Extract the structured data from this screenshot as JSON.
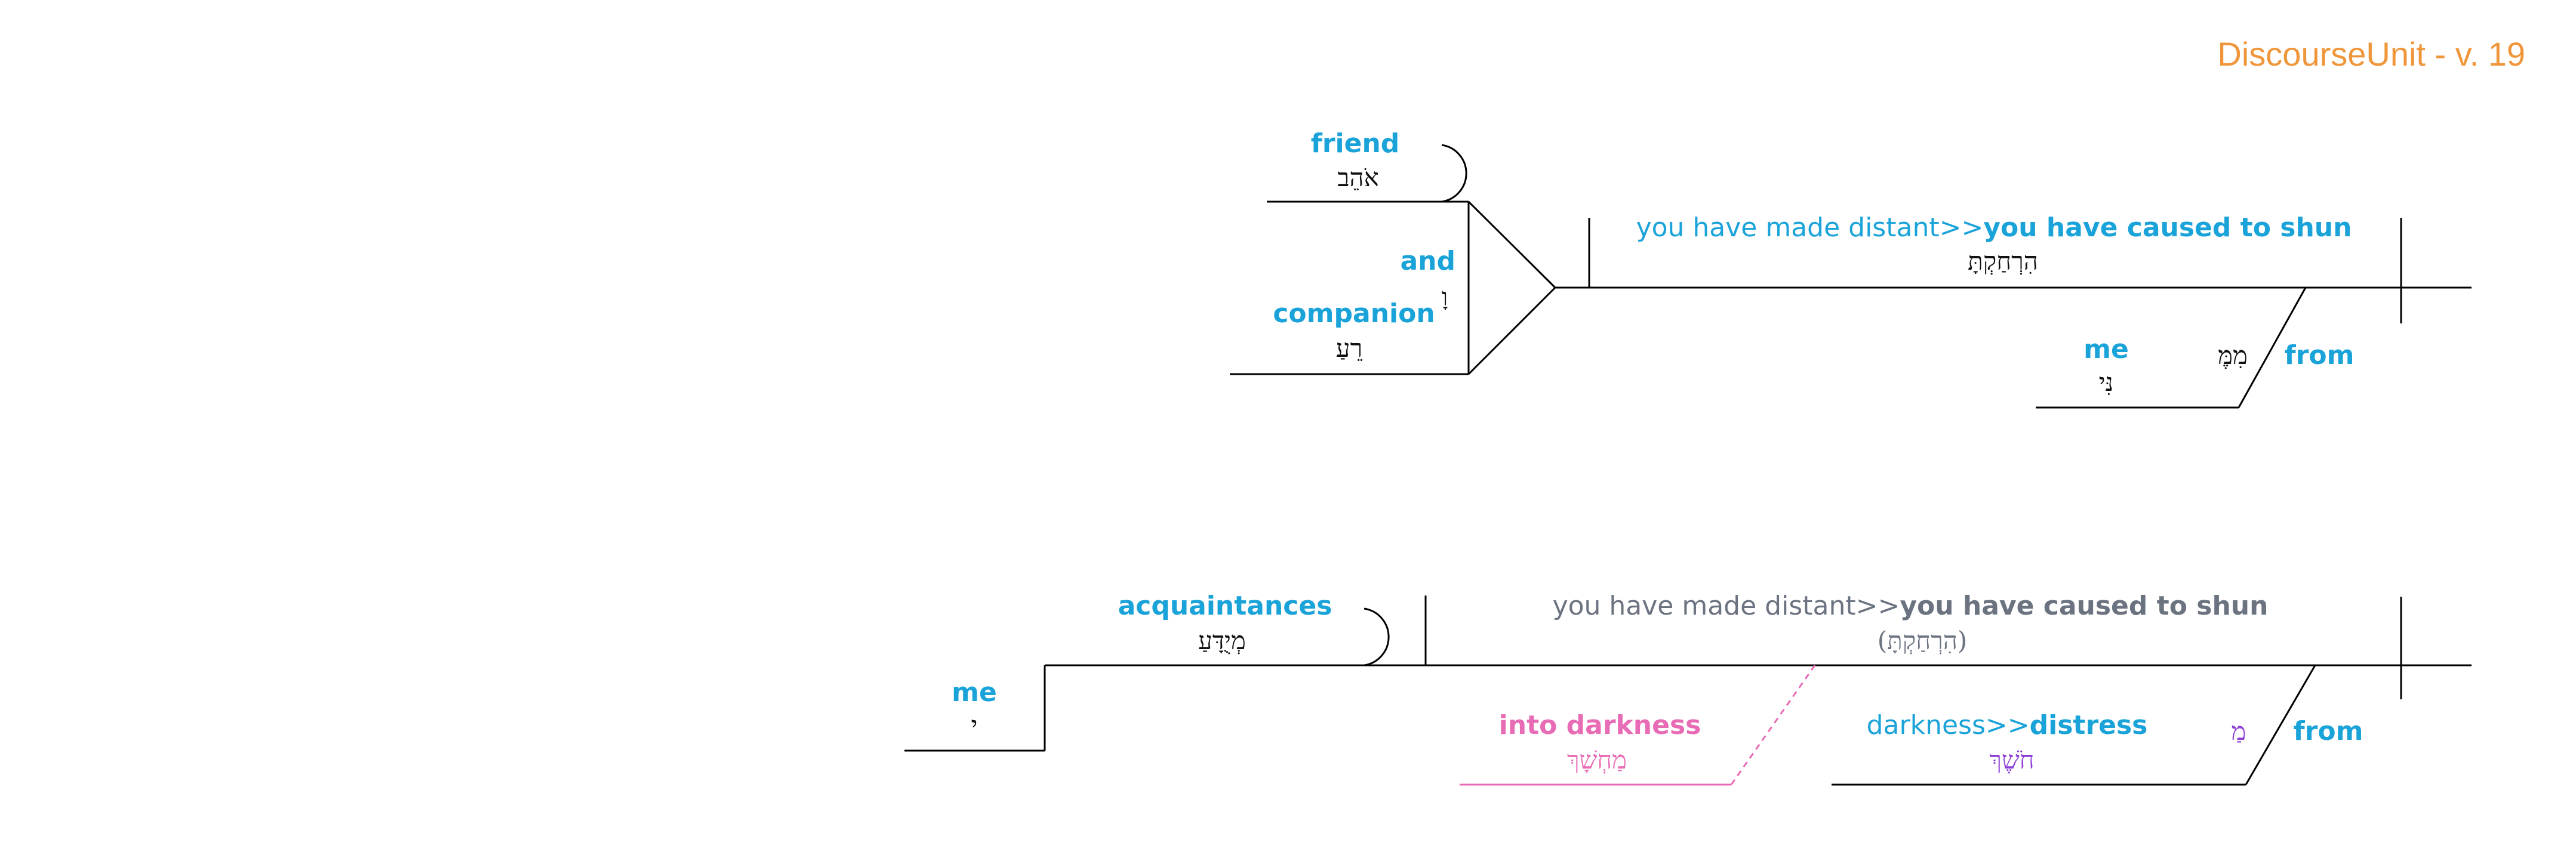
{
  "title": "DiscourseUnit - v. 19",
  "colors": {
    "english": "#1aa3d9",
    "title": "#f0963a",
    "implied": "#6b7280",
    "into_darkness": "#e86bb5",
    "distress_hebrew": "#8e3fd6"
  },
  "clause1": {
    "subject1": {
      "english": "friend",
      "hebrew": "אֹהֵב"
    },
    "conjunction": {
      "english": "and",
      "hebrew": "וָ"
    },
    "subject2": {
      "english": "companion",
      "hebrew": "רֵעַ"
    },
    "verb": {
      "english_plain": "you have made distant>>",
      "english_bold": "you have caused to shun",
      "hebrew": "הִרְחַקְתָּ"
    },
    "object": {
      "english": "me",
      "hebrew": "נִּי"
    },
    "preposition": {
      "english": "from",
      "hebrew": "מִמֶּ"
    }
  },
  "clause2": {
    "subject": {
      "english": "me",
      "hebrew": "י"
    },
    "modifier": {
      "english": "acquaintances",
      "hebrew": "מְיֻדָּעַ"
    },
    "verb": {
      "english_plain": "you have made distant>>",
      "english_bold": "you have caused to shun",
      "hebrew": "(הִרְחַקְתָּ)"
    },
    "into_darkness": {
      "english": "into darkness",
      "hebrew": "מַחְשָׁךְ"
    },
    "object": {
      "english_plain": "darkness>>",
      "english_bold": "distress",
      "hebrew": "חֹשֶׁךְ"
    },
    "preposition": {
      "english": "from",
      "hebrew": "מַ"
    }
  }
}
